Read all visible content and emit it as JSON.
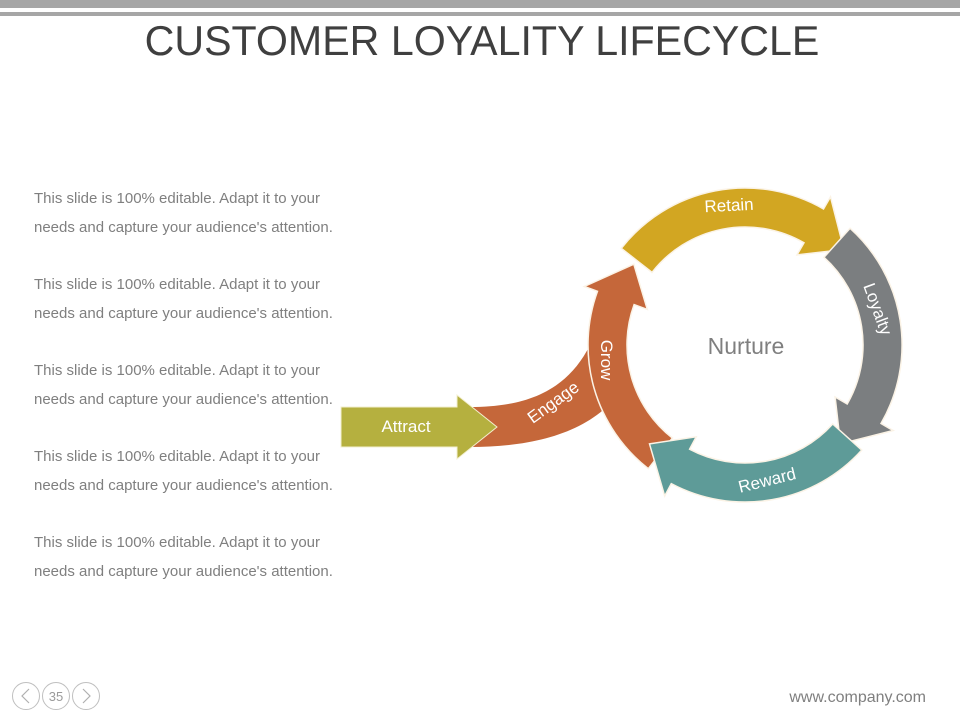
{
  "slide": {
    "title": "CUSTOMER LOYALITY LIFECYCLE",
    "page_number": "35",
    "footer_url": "www.company.com"
  },
  "text_blocks": [
    {
      "line1": "This slide is 100% editable. Adapt it to your",
      "line2": "needs and capture your audience's attention."
    },
    {
      "line1": "This slide is 100% editable. Adapt it to your",
      "line2": "needs and capture your audience's attention."
    },
    {
      "line1": "This slide is 100% editable. Adapt it to your",
      "line2": "needs and capture your audience's attention."
    },
    {
      "line1": "This slide is 100% editable. Adapt it to your",
      "line2": "needs and capture your audience's attention."
    },
    {
      "line1": "This slide is 100% editable. Adapt it to your",
      "line2": "needs and capture your audience's attention."
    }
  ],
  "diagram": {
    "center_label": "Nurture",
    "stages": {
      "attract": {
        "label": "Attract",
        "color": "#b5b03f"
      },
      "engage": {
        "label": "Engage",
        "color": "#c5673a"
      },
      "grow": {
        "label": "Grow",
        "color": "#c5673a"
      },
      "retain": {
        "label": "Retain",
        "color": "#d2a622"
      },
      "loyalty": {
        "label": "Loyalty",
        "color": "#7b7e80"
      },
      "reward": {
        "label": "Reward",
        "color": "#5e9b98"
      }
    }
  },
  "nav": {
    "prev_icon": "chevron-left-icon",
    "next_icon": "chevron-right-icon"
  }
}
